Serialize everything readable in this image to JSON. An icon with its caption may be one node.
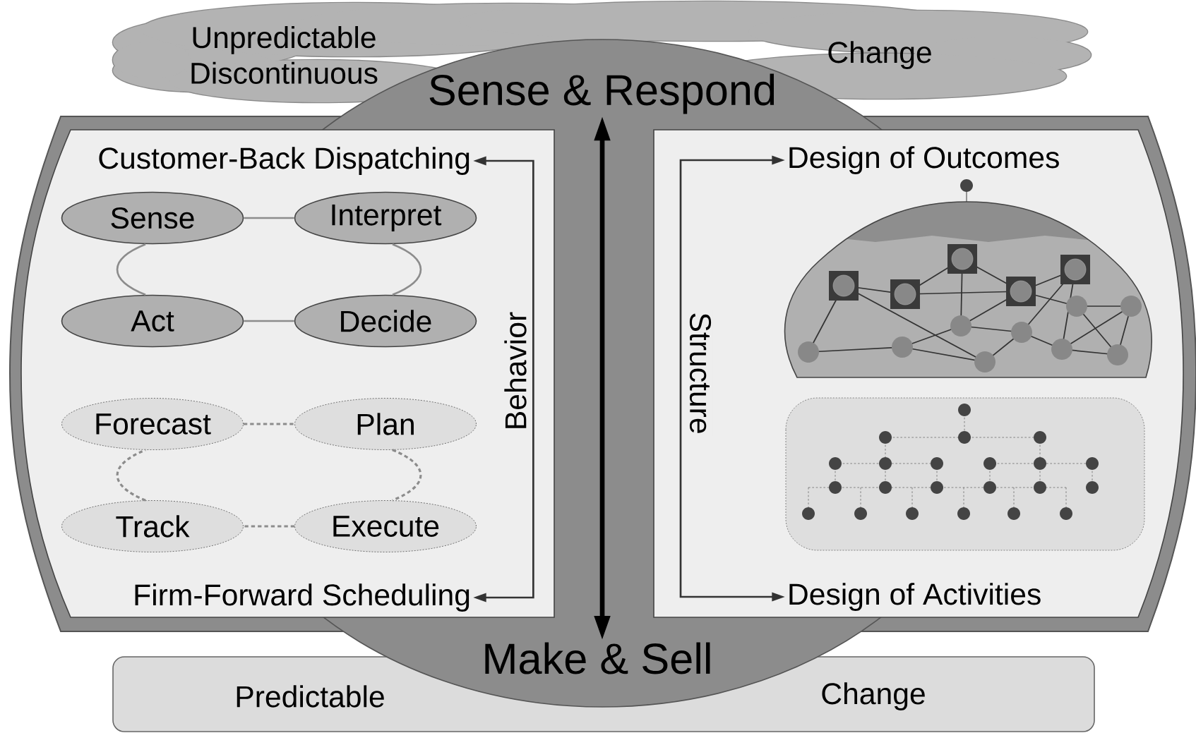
{
  "diagram": {
    "nodes": [
      {
        "text": [
          "Unpredictable Discontinuous",
          "Change"
        ]
      },
      {
        "text": [
          "Predictable",
          "Change"
        ]
      },
      {
        "text": [
          "Sense & Respond"
        ]
      },
      {
        "text": [
          "Make & Sell"
        ]
      },
      {
        "text": [],
        "shape": "box"
      },
      {
        "text": [
          "Customer-Back Dispatching"
        ],
        "in": 4
      },
      {
        "text": [
          "Sense"
        ],
        "in": 4
      },
      {
        "text": [
          "Interpret"
        ],
        "in": 4
      },
      {
        "text": [
          "Act"
        ],
        "in": 4
      },
      {
        "text": [
          "Decide"
        ],
        "in": 4
      },
      {
        "text": [
          "Forecast"
        ],
        "in": 4
      },
      {
        "text": [
          "Plan"
        ],
        "in": 4
      },
      {
        "text": [
          "Track"
        ],
        "in": 4
      },
      {
        "text": [
          "Execute"
        ],
        "in": 4
      },
      {
        "text": [
          "Firm-Forward Scheduling"
        ],
        "in": 4
      },
      {
        "text": [],
        "shape": "box"
      },
      {
        "text": [
          "Design of Outcomes"
        ],
        "in": 15
      },
      {
        "text": [
          "Design of Activities"
        ],
        "in": 15
      }
    ],
    "edges": [
      {
        "from": 2,
        "to": 3,
        "arrow": "both",
        "style": "thick",
        "color": "#000000"
      },
      {
        "from": 5,
        "to": 14,
        "arrow": "both",
        "label": "Behavior",
        "color": "#333333"
      },
      {
        "from": 16,
        "to": 17,
        "arrow": "both",
        "label": "Structure",
        "color": "#333333"
      },
      {
        "from": 6,
        "to": 7,
        "arrow": "none"
      },
      {
        "from": 7,
        "to": 9,
        "arrow": "none"
      },
      {
        "from": 9,
        "to": 8,
        "arrow": "none"
      },
      {
        "from": 8,
        "to": 6,
        "arrow": "none"
      },
      {
        "from": 10,
        "to": 11,
        "arrow": "none",
        "style": "dashed"
      },
      {
        "from": 11,
        "to": 13,
        "arrow": "none",
        "style": "dashed"
      },
      {
        "from": 13,
        "to": 12,
        "arrow": "none",
        "style": "dashed"
      },
      {
        "from": 12,
        "to": 10,
        "arrow": "none",
        "style": "dashed"
      }
    ]
  }
}
